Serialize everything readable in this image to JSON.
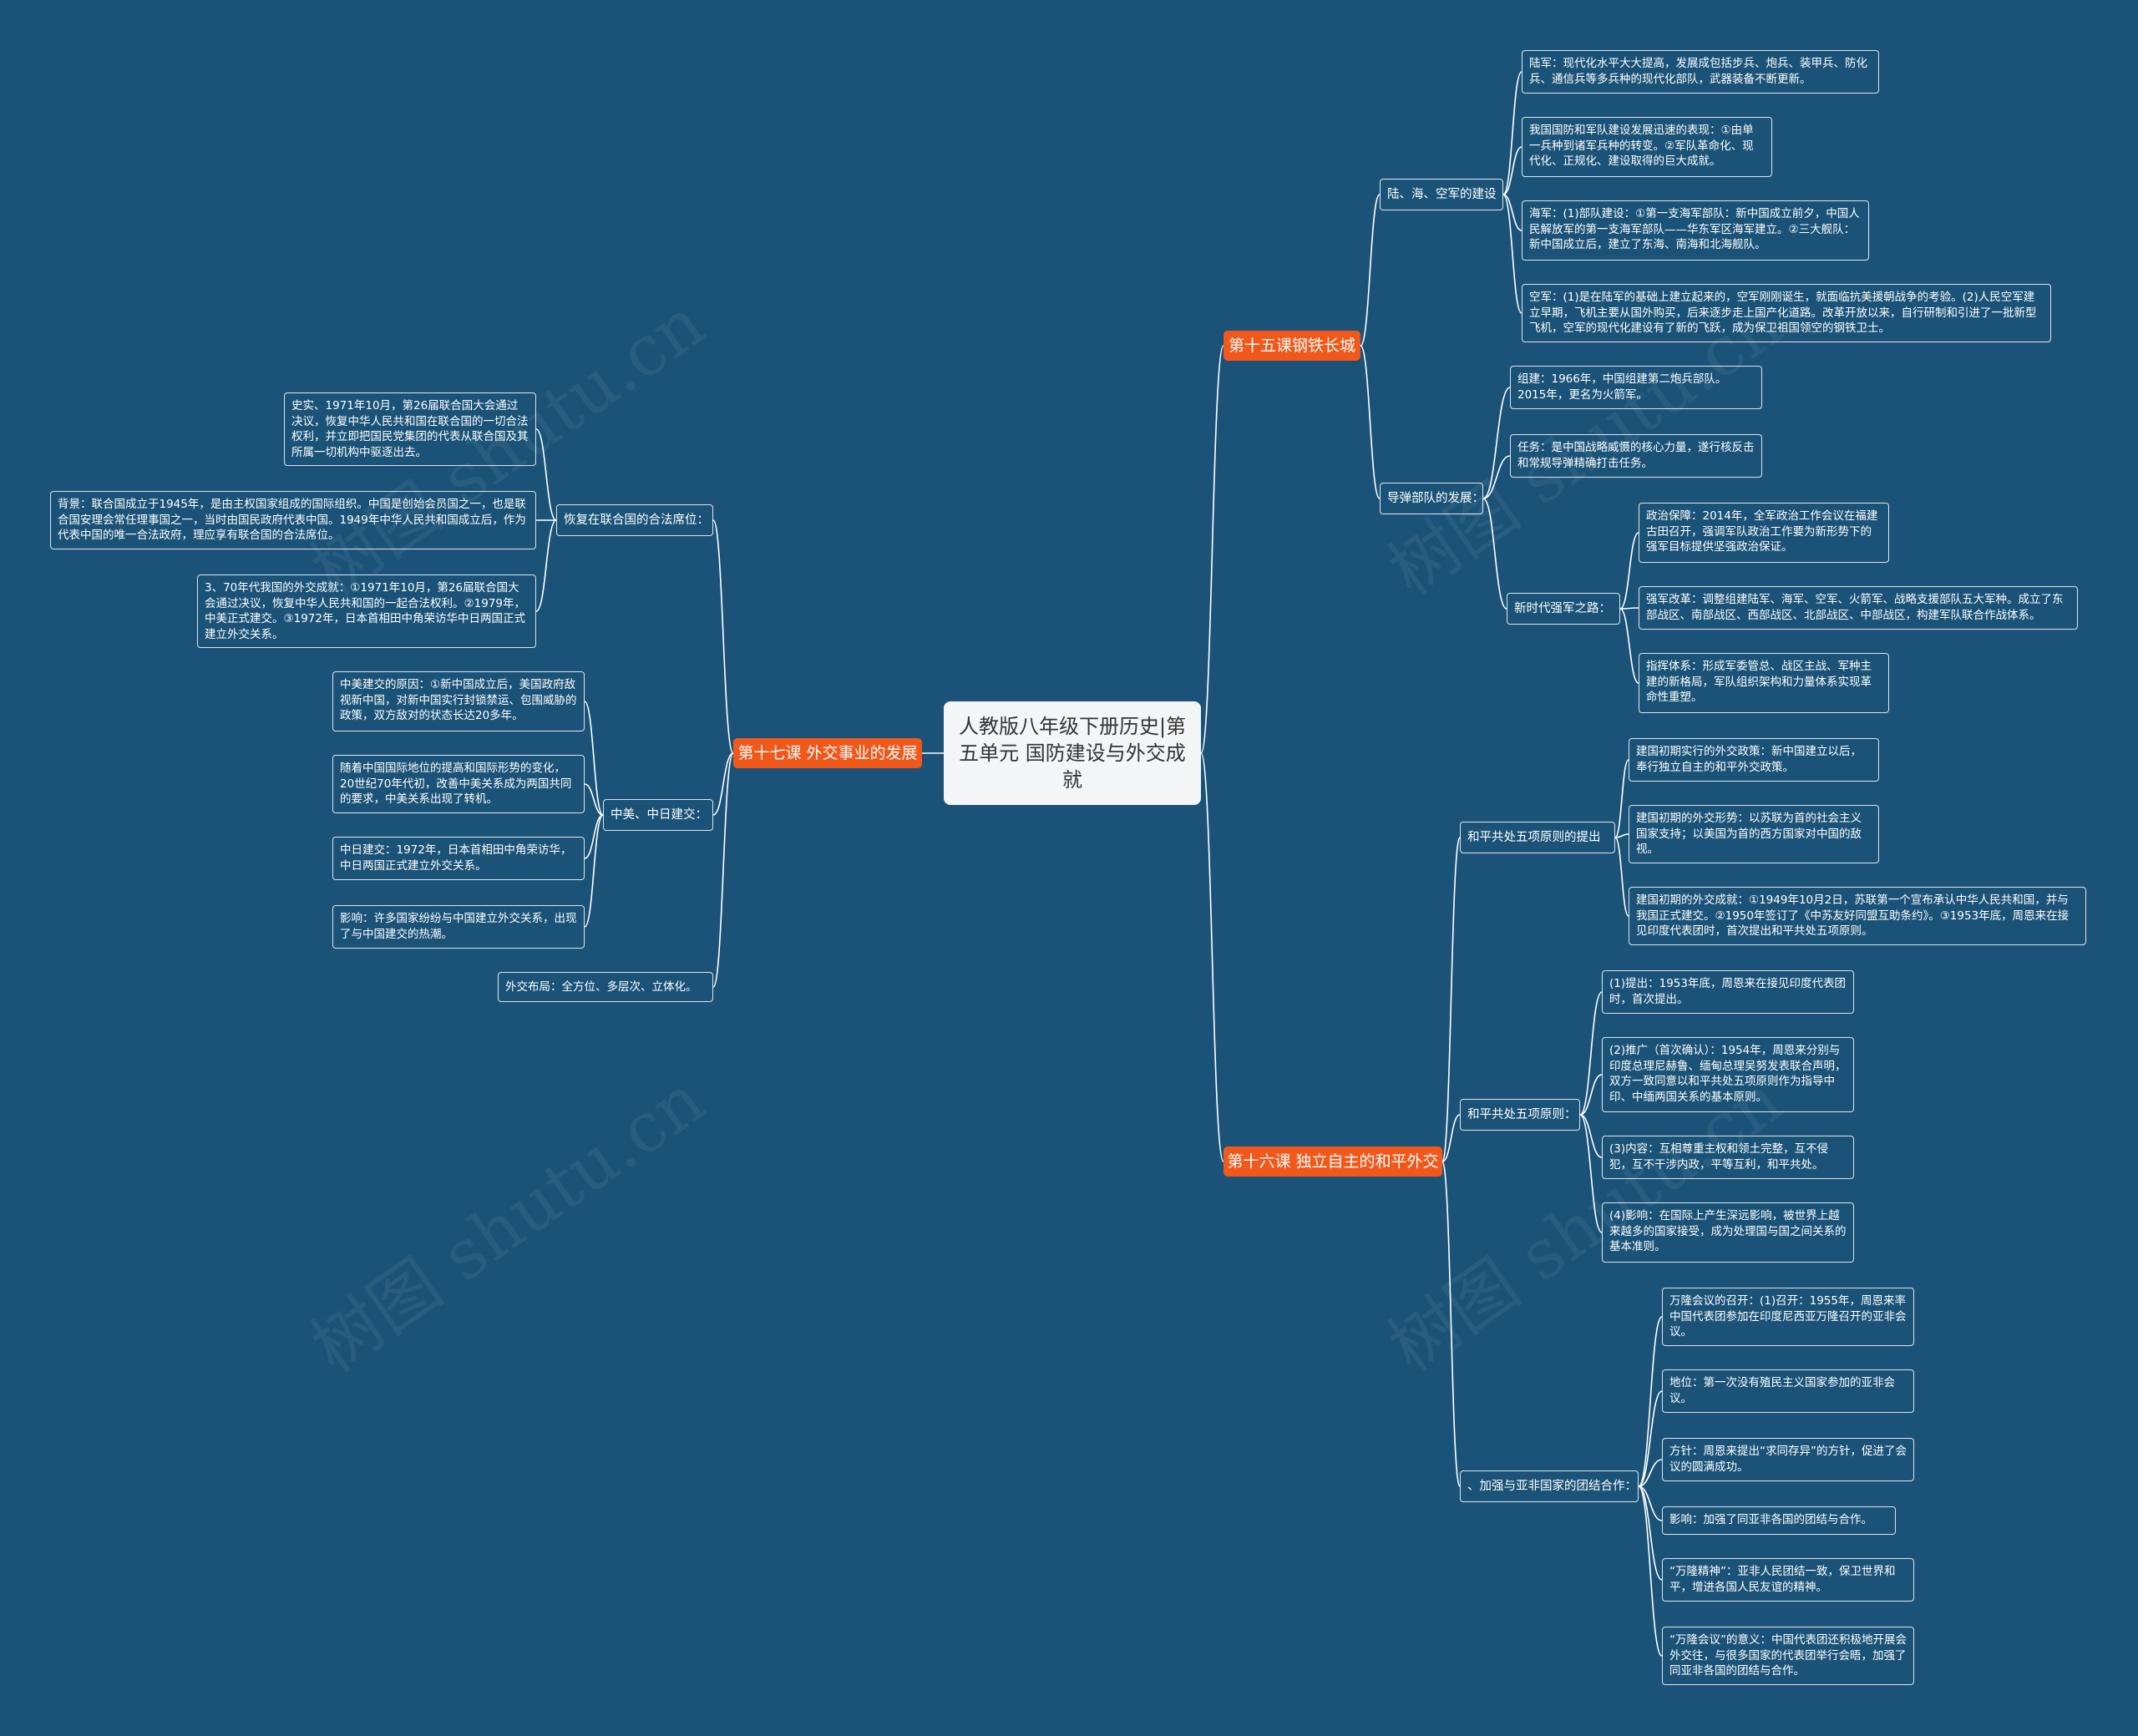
{
  "root": {
    "title": "人教版八年级下册历史|第五单元 国防建设与外交成就"
  },
  "lesson15": {
    "title": "第十五课钢铁长城",
    "army": {
      "title": "陆、海、空军的建设",
      "items": [
        "陆军：现代化水平大大提高，发展成包括步兵、炮兵、装甲兵、防化兵、通信兵等多兵种的现代化部队，武器装备不断更新。",
        "我国国防和军队建设发展迅速的表现：①由单一兵种到诸军兵种的转变。②军队革命化、现代化、正规化、建设取得的巨大成就。",
        "海军：(1)部队建设：①第一支海军部队：新中国成立前夕，中国人民解放军的第一支海军部队——华东军区海军建立。②三大舰队：新中国成立后，建立了东海、南海和北海舰队。",
        "空军：(1)是在陆军的基础上建立起来的，空军刚刚诞生，就面临抗美援朝战争的考验。(2)人民空军建立早期，飞机主要从国外购买，后来逐步走上国产化道路。改革开放以来，自行研制和引进了一批新型飞机，空军的现代化建设有了新的飞跃，成为保卫祖国领空的钢铁卫士。"
      ]
    },
    "missile": {
      "title": "导弹部队的发展：",
      "items": [
        "组建：1966年，中国组建第二炮兵部队。2015年，更名为火箭军。",
        "任务：是中国战略威慑的核心力量，遂行核反击和常规导弹精确打击任务。"
      ],
      "road": {
        "title": "新时代强军之路：",
        "items": [
          "政治保障：2014年，全军政治工作会议在福建古田召开，强调军队政治工作要为新形势下的强军目标提供坚强政治保证。",
          "强军改革：调整组建陆军、海军、空军、火箭军、战略支援部队五大军种。成立了东部战区、南部战区、西部战区、北部战区、中部战区，构建军队联合作战体系。",
          "指挥体系：形成军委管总、战区主战、军种主建的新格局，军队组织架构和力量体系实现革命性重塑。"
        ]
      }
    }
  },
  "lesson16": {
    "title": "第十六课 独立自主的和平外交",
    "proposal": {
      "title": "和平共处五项原则的提出",
      "items": [
        "建国初期实行的外交政策：新中国建立以后，奉行独立自主的和平外交政策。",
        "建国初期的外交形势：以苏联为首的社会主义国家支持；以美国为首的西方国家对中国的敌视。",
        "建国初期的外交成就：①1949年10月2日，苏联第一个宣布承认中华人民共和国，并与我国正式建交。②1950年签订了《中苏友好同盟互助条约》。③1953年底，周恩来在接见印度代表团时，首次提出和平共处五项原则。"
      ]
    },
    "principles": {
      "title": "和平共处五项原则：",
      "items": [
        "(1)提出：1953年底，周恩来在接见印度代表团时，首次提出。",
        "(2)推广（首次确认）：1954年，周恩来分别与印度总理尼赫鲁、缅甸总理吴努发表联合声明，双方一致同意以和平共处五项原则作为指导中印、中缅两国关系的基本原则。",
        "(3)内容：互相尊重主权和领土完整，互不侵犯，互不干涉内政，平等互利，和平共处。",
        "(4)影响：在国际上产生深远影响，被世界上越来越多的国家接受，成为处理国与国之间关系的基本准则。"
      ]
    },
    "asia_africa": {
      "title": "、加强与亚非国家的团结合作：",
      "items": [
        "万隆会议的召开：(1)召开：1955年，周恩来率中国代表团参加在印度尼西亚万隆召开的亚非会议。",
        "地位：第一次没有殖民主义国家参加的亚非会议。",
        "方针：周恩来提出“求同存异”的方针，促进了会议的圆满成功。",
        "影响：加强了同亚非各国的团结与合作。",
        "“万隆精神”：亚非人民团结一致，保卫世界和平，增进各国人民友谊的精神。",
        "“万隆会议”的意义：中国代表团还积极地开展会外交往，与很多国家的代表团举行会晤，加强了同亚非各国的团结与合作。"
      ]
    }
  },
  "lesson17": {
    "title": "第十七课 外交事业的发展",
    "un": {
      "title": "恢复在联合国的合法席位：",
      "items": [
        "史实、1971年10月，第26届联合国大会通过决议，恢复中华人民共和国在联合国的一切合法权利，并立即把国民党集团的代表从联合国及其所属一切机构中驱逐出去。",
        "背景：联合国成立于1945年，是由主权国家组成的国际组织。中国是创始会员国之一，也是联合国安理会常任理事国之一，当时由国民政府代表中国。1949年中华人民共和国成立后，作为代表中国的唯一合法政府，理应享有联合国的合法席位。",
        "3、70年代我国的外交成就：①1971年10月，第26届联合国大会通过决议，恢复中华人民共和国的一起合法权利。②1979年，中美正式建交。③1972年，日本首相田中角荣访华中日两国正式建立外交关系。"
      ]
    },
    "sino": {
      "title": "中美、中日建交：",
      "items": [
        "中美建交的原因：①新中国成立后，美国政府敌视新中国，对新中国实行封锁禁运、包围威胁的政策，双方敌对的状态长达20多年。",
        "随着中国国际地位的提高和国际形势的变化，20世纪70年代初，改善中美关系成为两国共同的要求，中美关系出现了转机。",
        "中日建交：1972年，日本首相田中角荣访华，中日两国正式建立外交关系。",
        "影响：许多国家纷纷与中国建立外交关系，出现了与中国建交的热潮。"
      ]
    },
    "layout": "外交布局：全方位、多层次、立体化。"
  },
  "watermarks": [
    "树图 shutu.cn",
    "树图 shutu.cn",
    "树图 shutu.cn",
    "树图 shutu.cn"
  ],
  "colors": {
    "background": "#1b5378",
    "lesson_fill": "#f1581a",
    "root_fill": "#f4f5f7",
    "line": "#ffffff"
  }
}
